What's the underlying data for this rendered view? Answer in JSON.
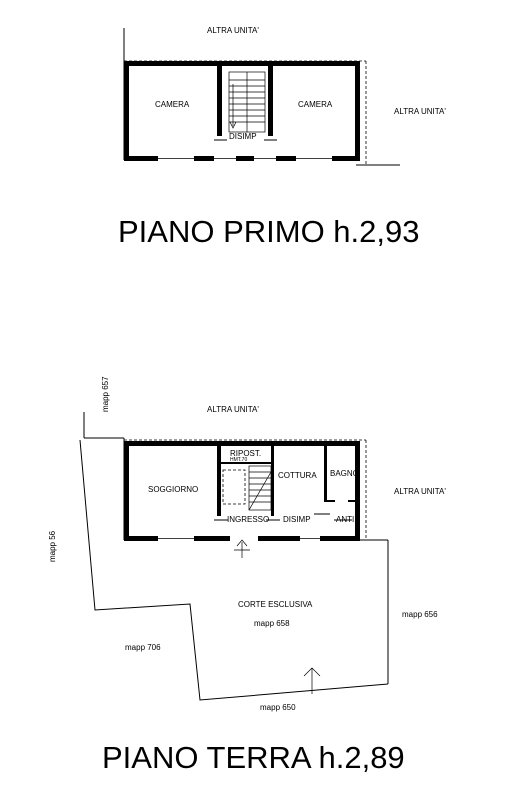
{
  "first_floor": {
    "title": "PIANO PRIMO h.2,93",
    "neighbor_top": "ALTRA UNITA'",
    "neighbor_right": "ALTRA UNITA'",
    "rooms": {
      "camera_left": "CAMERA",
      "camera_right": "CAMERA",
      "disimpegno": "DISIMP"
    }
  },
  "ground_floor": {
    "title": "PIANO TERRA h.2,89",
    "neighbor_top": "ALTRA UNITA'",
    "neighbor_right": "ALTRA UNITA'",
    "rooms": {
      "soggiorno": "SOGGIORNO",
      "ripostiglio": "RIPOST.",
      "ripostiglio_height": "HMT.70",
      "cottura": "COTTURA",
      "bagno": "BAGNO",
      "ingresso": "INGRESSO",
      "disimpegno": "DISIMP",
      "anti": "ANTI"
    },
    "courtyard": "CORTE ESCLUSIVA",
    "courtyard_parcel": "mapp 658",
    "parcels": {
      "top": "mapp 657",
      "left": "mapp 56",
      "lower_left": "mapp 706",
      "right": "mapp 656",
      "bottom": "mapp 650"
    }
  }
}
